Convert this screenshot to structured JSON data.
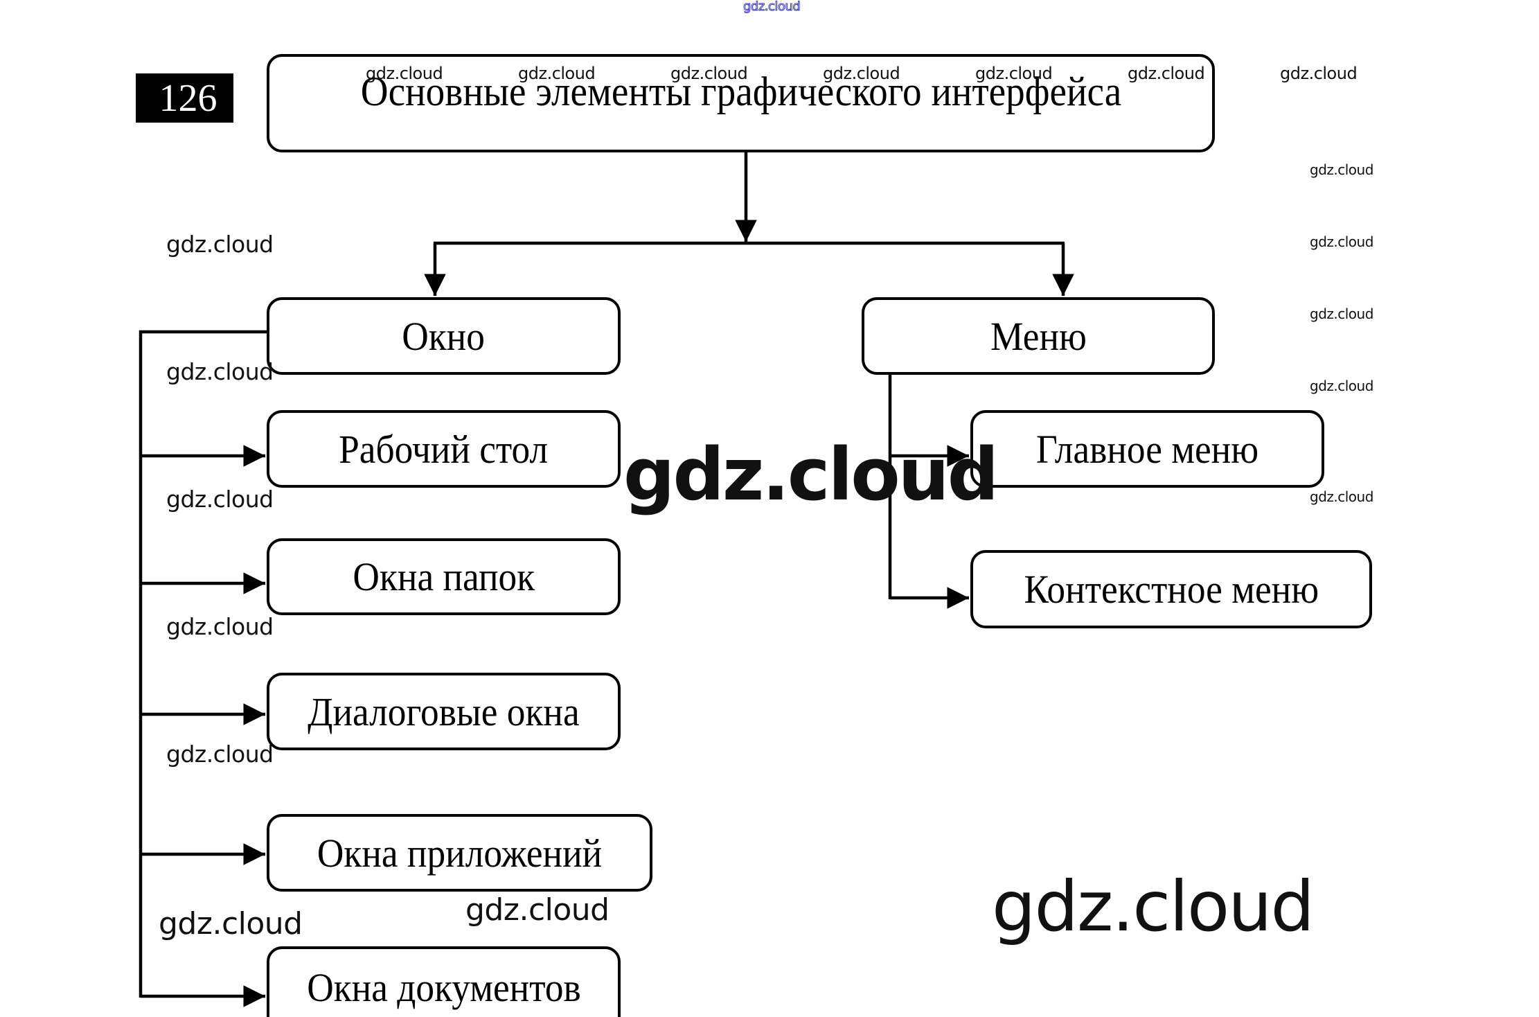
{
  "exercise_number": "126",
  "diagram": {
    "root": {
      "label": "Основные элементы графического интерфейса"
    },
    "branches": [
      {
        "label": "Окно",
        "children": [
          {
            "label": "Рабочий стол"
          },
          {
            "label": "Окна папок"
          },
          {
            "label": "Диалоговые окна"
          },
          {
            "label": "Окна приложений"
          },
          {
            "label": "Окна документов"
          }
        ]
      },
      {
        "label": "Меню",
        "children": [
          {
            "label": "Главное меню"
          },
          {
            "label": "Контекстное меню"
          }
        ]
      }
    ]
  },
  "watermark": {
    "text": "gdz.cloud",
    "outline_color": "#3a3acf"
  }
}
